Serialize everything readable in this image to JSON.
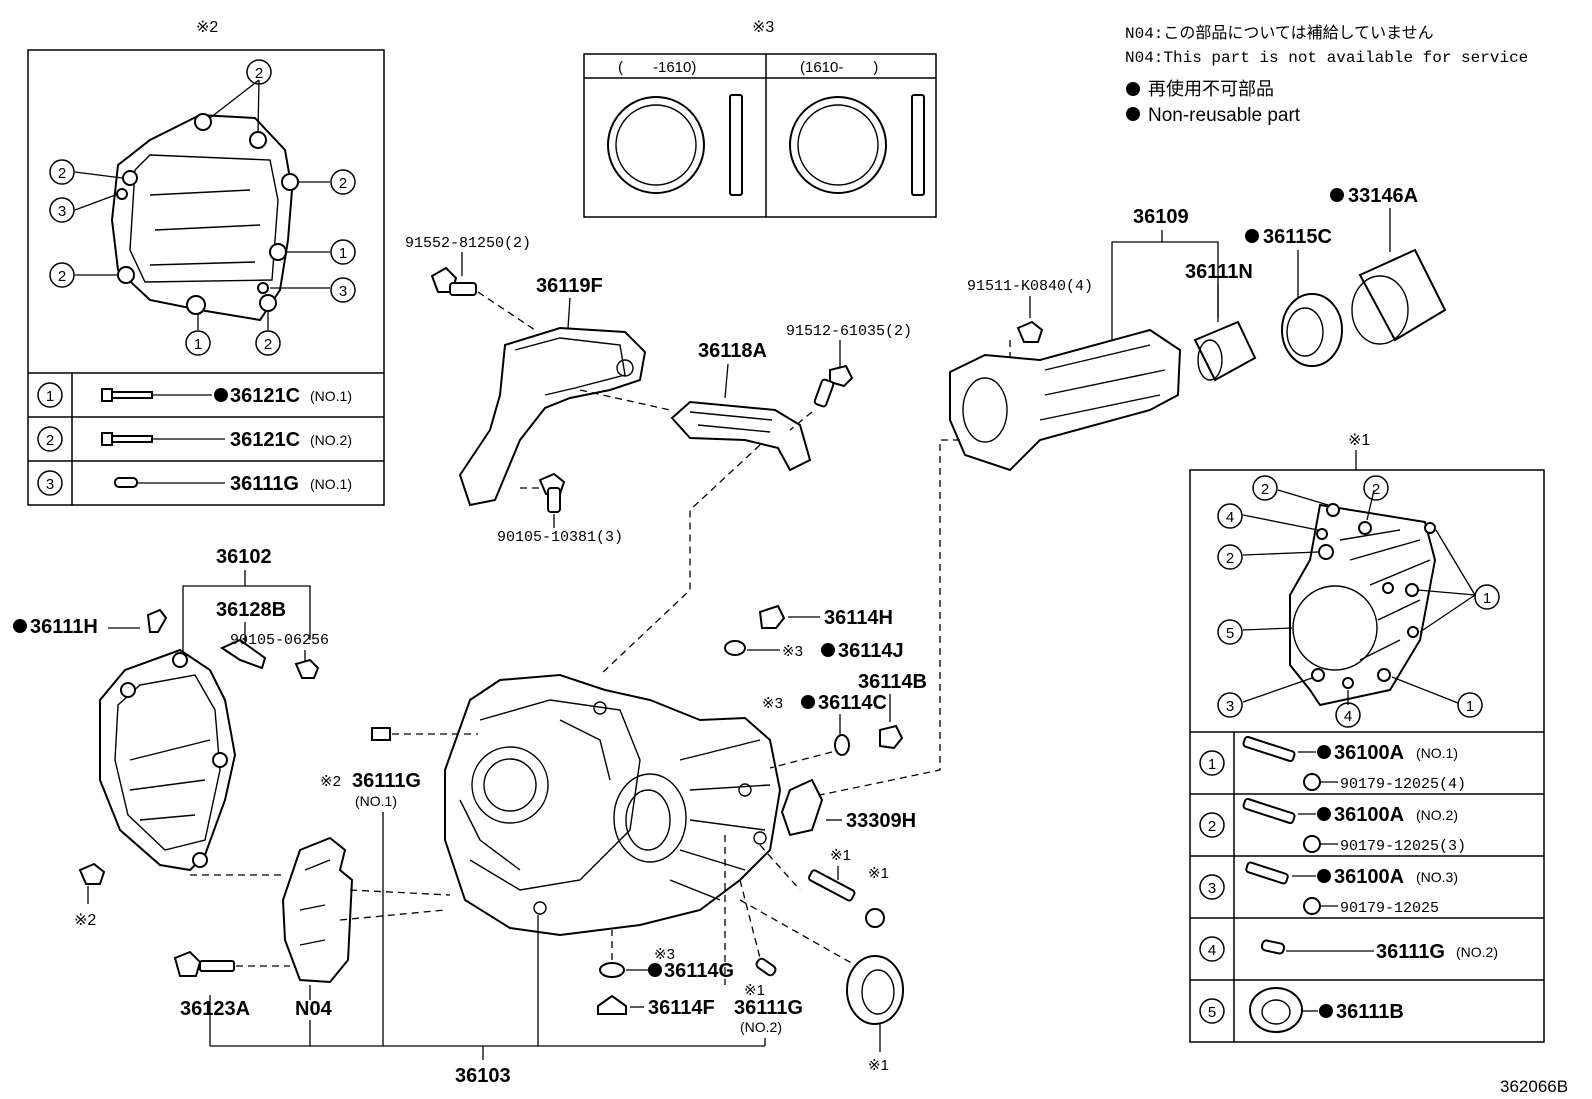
{
  "notes": {
    "n04_jp": "N04:この部品については補給していません",
    "n04_en": "N04:This part is not available for service",
    "nonreuse_jp": "再使用不可部品",
    "nonreuse_en": "Non-reusable part"
  },
  "figure_id": "362066B",
  "marks": {
    "m1": "※1",
    "m2": "※2",
    "m3": "※3"
  },
  "circled": {
    "c1": "1",
    "c2": "2",
    "c3": "3",
    "c4": "4",
    "c5": "5"
  },
  "kit_box3": {
    "col_left": "(　　-1610)",
    "col_right": "(1610-　　)"
  },
  "left_table": {
    "rows": [
      {
        "num": "1",
        "part": "36121C",
        "spec": "(NO.1)"
      },
      {
        "num": "2",
        "part": "36121C",
        "spec": "(NO.2)"
      },
      {
        "num": "3",
        "part": "36111G",
        "spec": "(NO.1)"
      }
    ]
  },
  "right_table": {
    "rows": [
      {
        "num": "1",
        "part": "36100A",
        "spec": "(NO.1)",
        "nut": "90179-12025(4)"
      },
      {
        "num": "2",
        "part": "36100A",
        "spec": "(NO.2)",
        "nut": "90179-12025(3)"
      },
      {
        "num": "3",
        "part": "36100A",
        "spec": "(NO.3)",
        "nut": "90179-12025"
      },
      {
        "num": "4",
        "part": "36111G",
        "spec": "(NO.2)",
        "nut": ""
      },
      {
        "num": "5",
        "part": "36111B",
        "spec": "",
        "nut": ""
      }
    ]
  },
  "labels": {
    "p91552": "91552-81250(2)",
    "p36119F": "36119F",
    "p36118A": "36118A",
    "p91512": "91512-61035(2)",
    "p90105_10381": "90105-10381(3)",
    "p36109": "36109",
    "p91511": "91511-K0840(4)",
    "p36111N": "36111N",
    "p36115C": "36115C",
    "p33146A": "33146A",
    "p36102": "36102",
    "p36128B": "36128B",
    "p36111H": "36111H",
    "p90105_06256": "90105-06256",
    "p36114H": "36114H",
    "p36114J": "36114J",
    "p36114B": "36114B",
    "p36114C": "36114C",
    "p36111G": "36111G",
    "no1": "(NO.1)",
    "no2": "(NO.2)",
    "p33309H": "33309H",
    "p36114G": "36114G",
    "p36114F": "36114F",
    "p36123A": "36123A",
    "n04": "N04",
    "p36103": "36103"
  }
}
